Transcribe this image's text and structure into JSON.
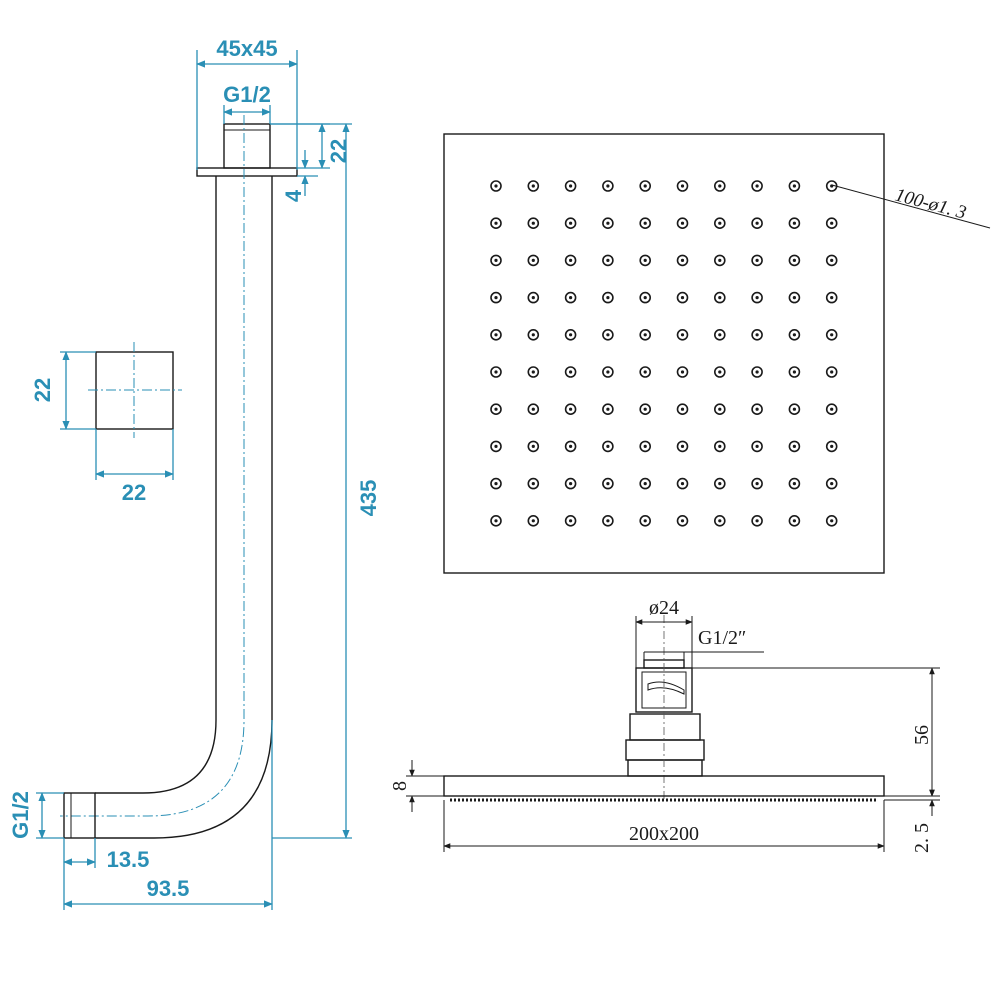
{
  "colors": {
    "dimension_blue": "#2a8fb5",
    "line_black": "#1a1a1a"
  },
  "arm": {
    "flange_size": "45x45",
    "top_thread": "G1/2",
    "height_flange_offset": "22",
    "flange_thickness": "4",
    "total_height": "435",
    "section_height": "22",
    "section_width": "22",
    "end_thread": "G1/2",
    "end_length": "13.5",
    "total_reach": "93.5"
  },
  "head_top": {
    "nozzles_label": "100-ø1. 3",
    "rows": 10,
    "cols": 10
  },
  "head_side": {
    "connector_diameter": "ø24",
    "connector_thread": "G1/2″",
    "height": "56",
    "plate_thickness": "8",
    "size": "200x200",
    "nozzle_projection": "2. 5"
  }
}
